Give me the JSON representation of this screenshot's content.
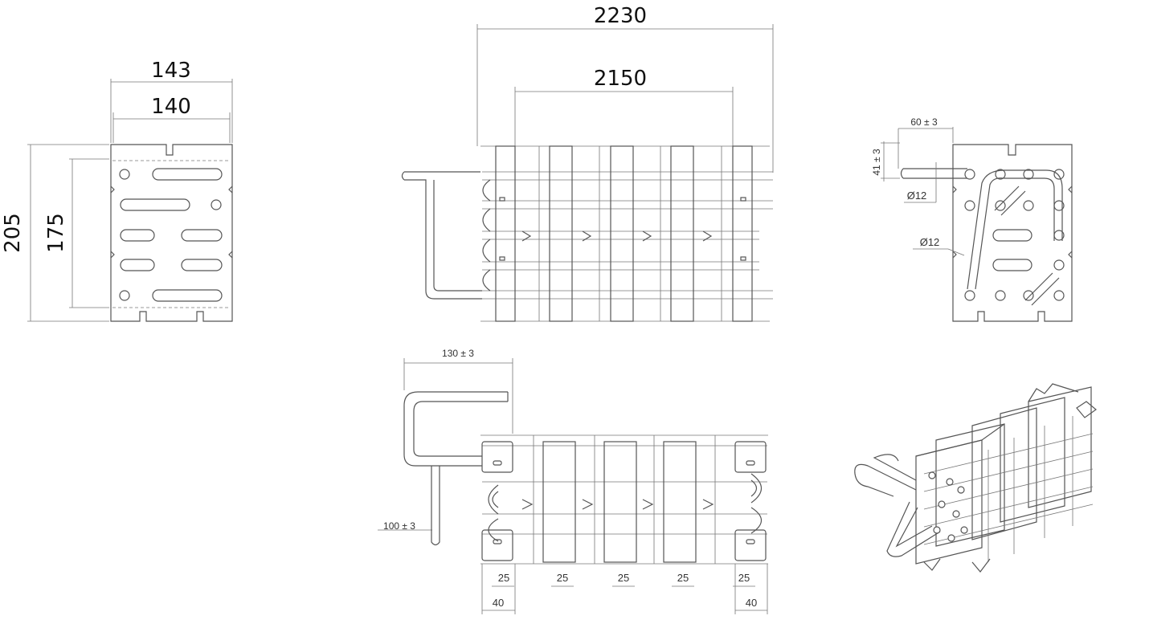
{
  "drawing": {
    "front_view": {
      "width_outer": "143",
      "width_inner": "140",
      "height_outer": "205",
      "height_inner": "175"
    },
    "top_view": {
      "length_outer": "2230",
      "length_inner": "2150"
    },
    "side_view": {
      "tube_offset": "60 ± 3",
      "tube_height": "41 ± 3",
      "tube_diameter_1": "Ø12",
      "tube_diameter_2": "Ø12"
    },
    "bottom_view": {
      "bend_length": "130 ± 3",
      "tube_length": "100 ± 3",
      "fin_gap_1": "25",
      "fin_gap_2": "25",
      "fin_gap_3": "25",
      "fin_gap_4": "25",
      "fin_gap_5": "25",
      "end_left": "40",
      "end_right": "40"
    }
  }
}
